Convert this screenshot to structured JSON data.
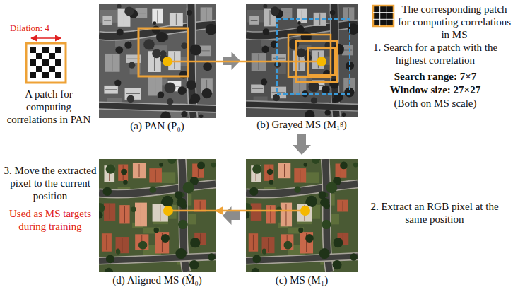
{
  "diagram": {
    "nodes": [
      {
        "text": [
          "(a) PAN (P₀)"
        ]
      },
      {
        "text": [
          "(b) Grayed MS (M₁ᵍ)"
        ]
      },
      {
        "text": [
          "(c) MS (M₁)"
        ]
      },
      {
        "text": [
          "(d) Aligned MS (M̃₀)"
        ]
      }
    ],
    "edges": [
      {
        "from": 0,
        "to": 1,
        "arrow": "to"
      },
      {
        "from": 0,
        "to": 1,
        "arrow": "none"
      },
      {
        "from": 1,
        "to": 2,
        "arrow": "to"
      },
      {
        "from": 2,
        "to": 3,
        "arrow": "to"
      },
      {
        "from": 2,
        "to": 3,
        "arrow": "to"
      }
    ],
    "labels": [
      "Dilation: 4",
      "A patch for computing correlations in PAN",
      "The corresponding patch for computing correlations in MS",
      "1. Search for a patch with the highest correlation",
      "Search range: 7×7",
      "Window size: 27×27",
      "(Both on MS scale)",
      "2. Extract an RGB pixel at the same position",
      "3. Move the extracted pixel to the current position",
      "Used as MS targets during training"
    ]
  }
}
